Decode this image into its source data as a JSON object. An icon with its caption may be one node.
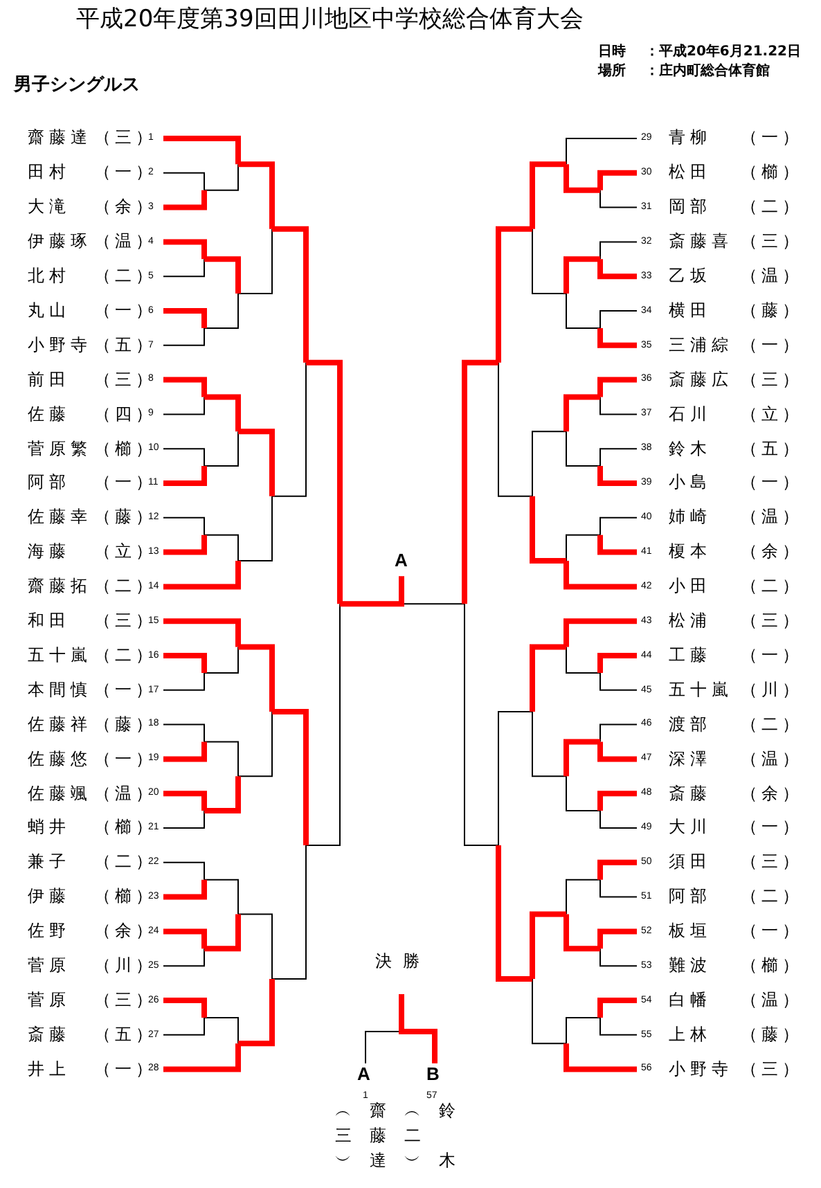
{
  "diagram": {
    "title": "平成20年度第39回田川地区中学校総合体育大会",
    "labels": [
      "日時",
      "：平成20年6月21.22日",
      "場所",
      "：庄内町総合体育館",
      "男子シングルス",
      "齋藤達",
      "（三）",
      "1",
      "田村",
      "（一）",
      "2",
      "大滝",
      "（余）",
      "3",
      "伊藤琢",
      "（温）",
      "4",
      "北村",
      "（二）",
      "5",
      "丸山",
      "（一）",
      "6",
      "小野寺",
      "（五）",
      "7",
      "前田",
      "（三）",
      "8",
      "佐藤",
      "（四）",
      "9",
      "菅原繁",
      "（櫛）",
      "10",
      "阿部",
      "（一）",
      "11",
      "佐藤幸",
      "（藤）",
      "12",
      "海藤",
      "（立）",
      "13",
      "齋藤拓",
      "（二）",
      "14",
      "和田",
      "（三）",
      "15",
      "五十嵐",
      "（二）",
      "16",
      "本間慎",
      "（一）",
      "17",
      "佐藤祥",
      "（藤）",
      "18",
      "佐藤悠",
      "（一）",
      "19",
      "佐藤颯",
      "（温）",
      "20",
      "蛸井",
      "（櫛）",
      "21",
      "兼子",
      "（二）",
      "22",
      "伊藤",
      "（櫛）",
      "23",
      "佐野",
      "（余）",
      "24",
      "菅原",
      "（川）",
      "25",
      "菅原",
      "（三）",
      "26",
      "斎藤",
      "（五）",
      "27",
      "井上",
      "（一）",
      "28",
      "29",
      "青柳",
      "（一）",
      "30",
      "松田",
      "（櫛）",
      "31",
      "岡部",
      "（二）",
      "32",
      "斎藤喜",
      "（三）",
      "33",
      "乙坂",
      "（温）",
      "34",
      "横田",
      "（藤）",
      "35",
      "三浦綜",
      "（一）",
      "36",
      "斎藤広",
      "（三）",
      "37",
      "石川",
      "（立）",
      "38",
      "鈴木",
      "（五）",
      "39",
      "小島",
      "（一）",
      "40",
      "姉崎",
      "（温）",
      "41",
      "榎本",
      "（余）",
      "42",
      "小田",
      "（二）",
      "43",
      "松浦",
      "（三）",
      "44",
      "工藤",
      "（一）",
      "45",
      "五十嵐",
      "（川）",
      "46",
      "渡部",
      "（二）",
      "47",
      "深澤",
      "（温）",
      "48",
      "斎藤",
      "（余）",
      "49",
      "大川",
      "（一）",
      "50",
      "須田",
      "（三）",
      "51",
      "阿部",
      "（二）",
      "52",
      "板垣",
      "（一）",
      "53",
      "難波",
      "（櫛）",
      "54",
      "白幡",
      "（温）",
      "55",
      "上林",
      "（藤）",
      "56",
      "小野寺",
      "（三）",
      "A",
      "決勝",
      "A",
      "1",
      "B",
      "57",
      "︵三︶",
      "齋藤達",
      "︵二︶",
      "鈴木"
    ]
  }
}
